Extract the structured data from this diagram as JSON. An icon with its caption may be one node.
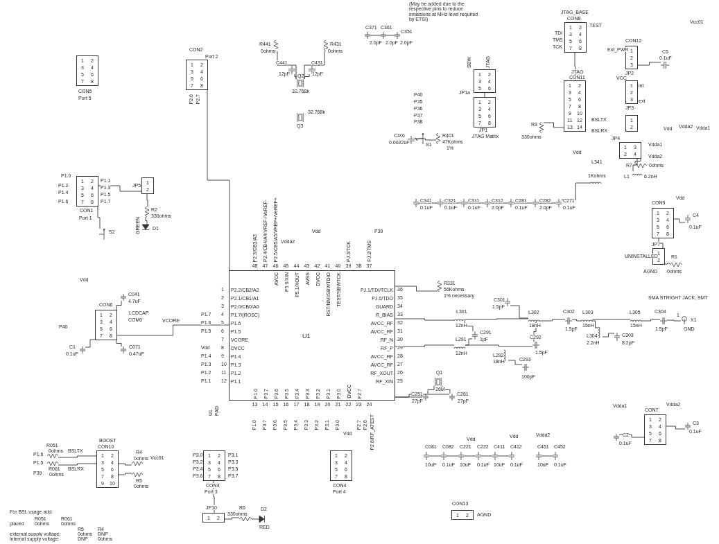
{
  "diagram": {
    "nodes": [
      {
        "text": [
          "1",
          "2",
          "3",
          "4",
          "5",
          "6",
          "7",
          "8"
        ],
        "beside": [
          "CON5",
          "Port 5"
        ]
      },
      {
        "text": [
          "1",
          "2",
          "3",
          "4",
          "5",
          "6",
          "7",
          "8"
        ],
        "beside": [
          "CON2",
          "Port 2"
        ]
      },
      {
        "text": [
          "1",
          "2",
          "3",
          "4",
          "5",
          "6",
          "7",
          "8"
        ],
        "beside": [
          "CON1",
          "Port 1"
        ]
      },
      {
        "text": [
          "1",
          "2"
        ],
        "beside": [
          "JP5"
        ]
      },
      {
        "text": [],
        "shape": "resistor",
        "beside": [
          "R2",
          "330ohms"
        ]
      },
      {
        "text": [],
        "shape": "diode",
        "beside": [
          "GREEN",
          "D1"
        ]
      },
      {
        "text": [],
        "shape": "switch",
        "beside": [
          "S2"
        ]
      },
      {
        "text": [],
        "shape": "resistor",
        "beside": [
          "R441",
          "0ohms"
        ]
      },
      {
        "text": [],
        "shape": "resistor",
        "beside": [
          "R431",
          "0ohms"
        ]
      },
      {
        "text": [],
        "shape": "capacitor",
        "beside": [
          "C441",
          "12pF"
        ]
      },
      {
        "text": [],
        "shape": "capacitor",
        "beside": [
          "C431",
          "12pF"
        ]
      },
      {
        "text": [],
        "shape": "crystal",
        "beside": [
          "Q2",
          "32.768k"
        ]
      },
      {
        "text": [],
        "shape": "crystal",
        "beside": [
          "32.768k",
          "Q3"
        ]
      },
      {
        "text": [],
        "shape": "capacitor",
        "beside": [
          "C371",
          "2.0pF"
        ]
      },
      {
        "text": [],
        "shape": "capacitor",
        "beside": [
          "C361",
          "2.0pF"
        ]
      },
      {
        "text": [],
        "shape": "capacitor",
        "beside": [
          "C351",
          "2.0pF"
        ]
      },
      {
        "text": [
          "1",
          "2",
          "3",
          "4",
          "5",
          "6",
          "7",
          "8"
        ],
        "beside": [
          "JTAG_BASE",
          "CON8"
        ]
      },
      {
        "text": [
          "1",
          "2",
          "3",
          "4",
          "5",
          "6"
        ],
        "beside": [
          "JP1a"
        ]
      },
      {
        "text": [
          "1",
          "2",
          "3",
          "4",
          "5",
          "6",
          "7",
          "8"
        ],
        "beside": [
          "JP1",
          "JTAG Matrix"
        ]
      },
      {
        "text": [
          "1",
          "2",
          "3",
          "4",
          "5",
          "6",
          "7",
          "8",
          "9",
          "10",
          "11",
          "12",
          "13",
          "14"
        ],
        "beside": [
          "JTAG",
          "CON11"
        ]
      },
      {
        "text": [
          "1",
          "2",
          "3"
        ],
        "beside": [
          "CON12",
          "Ext_PWR",
          "JP2"
        ]
      },
      {
        "text": [],
        "shape": "capacitor",
        "beside": [
          "C5",
          "0.1uF"
        ]
      },
      {
        "text": [
          "1",
          "2",
          "3"
        ],
        "beside": [
          "VCC",
          "int",
          "ext",
          "JP3"
        ]
      },
      {
        "text": [
          "1",
          "2"
        ]
      },
      {
        "text": [
          "1",
          "3",
          "2",
          "4"
        ],
        "beside": [
          "JP4",
          "Vdda1",
          "Vdda2"
        ]
      },
      {
        "text": [],
        "shape": "resistor",
        "beside": [
          "R3",
          "330ohms"
        ]
      },
      {
        "text": [],
        "shape": "capacitor",
        "beside": [
          "C401",
          "0.0022uF"
        ]
      },
      {
        "text": [],
        "shape": "switch",
        "beside": [
          "S1"
        ]
      },
      {
        "text": [],
        "shape": "resistor",
        "beside": [
          "R401",
          "47Kohms",
          "1%"
        ]
      },
      {
        "text": [],
        "shape": "inductor",
        "beside": [
          "L341",
          "1Kohms"
        ]
      },
      {
        "text": [],
        "shape": "resistor",
        "beside": [
          "R7",
          "0ohms"
        ]
      },
      {
        "text": [],
        "shape": "inductor",
        "beside": [
          "L1",
          "6.2nH"
        ]
      },
      {
        "text": [],
        "shape": "capacitor",
        "beside": [
          "C341",
          "0.1uF"
        ]
      },
      {
        "text": [],
        "shape": "capacitor",
        "beside": [
          "C321",
          "0.1uF"
        ]
      },
      {
        "text": [],
        "shape": "capacitor",
        "beside": [
          "C311",
          "0.1uF"
        ]
      },
      {
        "text": [],
        "shape": "capacitor",
        "beside": [
          "C312",
          "2.0pF"
        ]
      },
      {
        "text": [],
        "shape": "capacitor",
        "beside": [
          "C281",
          "0.1uF"
        ]
      },
      {
        "text": [],
        "shape": "capacitor",
        "beside": [
          "C282",
          "2.0pF"
        ]
      },
      {
        "text": [],
        "shape": "capacitor",
        "beside": [
          "C271",
          "0.1uF"
        ]
      },
      {
        "text": [
          "1",
          "2",
          "3",
          "4",
          "5",
          "6",
          "7",
          "8"
        ],
        "beside": [
          "CON9",
          "JP7"
        ]
      },
      {
        "text": [],
        "shape": "capacitor",
        "beside": [
          "C4",
          "0.1uF"
        ]
      },
      {
        "text": [
          "1",
          "2"
        ],
        "beside": [
          "UNINSTALLED",
          "AGND"
        ]
      },
      {
        "text": [],
        "shape": "resistor",
        "beside": [
          "R1",
          "0ohms"
        ]
      },
      {
        "text": [
          "U1",
          "P2.2/CB2/A2",
          "P2.1/CB1/A1",
          "P2.0/CB0/A0",
          "P1.7/(ROSC)",
          "P1.6",
          "P1.5",
          "VCORE",
          "DVCC",
          "P1.4",
          "P1.3",
          "P1.2",
          "P1.1",
          "P1.0",
          "P3.7",
          "P3.6",
          "P3.5",
          "P3.4",
          "P3.3",
          "P3.2",
          "P3.1",
          "P3.0",
          "DVCC",
          "P2.7",
          "PJ.1/TDI/TCLK",
          "PJ.0/TDO",
          "GUARD",
          "R_BIAS",
          "AVCC_RF",
          "AVCC_RF",
          "RF_N",
          "RF_P",
          "AVCC_RF",
          "AVCC_RF",
          "RF_XOUT",
          "RF_XIN",
          "AVCC",
          "P5.0/XIN",
          "P5.1/XOUT",
          "AVSS",
          "DVCC",
          "RST/NMI/SBWTDIO",
          "TEST/SBWTCK"
        ],
        "beside": [
          "1",
          "2",
          "3",
          "4",
          "5",
          "6",
          "7",
          "8",
          "9",
          "10",
          "11",
          "12",
          "13",
          "14",
          "15",
          "16",
          "17",
          "18",
          "19",
          "20",
          "21",
          "22",
          "23",
          "24",
          "25",
          "26",
          "27",
          "28",
          "29",
          "30",
          "31",
          "32",
          "33",
          "34",
          "35",
          "36",
          "37",
          "38",
          "39",
          "40",
          "41",
          "42",
          "43",
          "44",
          "45",
          "46",
          "47",
          "48"
        ]
      },
      {
        "text": [],
        "shape": "resistor",
        "beside": [
          "R331",
          "56Kohms",
          "1% necessary"
        ]
      },
      {
        "text": [],
        "shape": "inductor",
        "beside": [
          "L301",
          "12nH"
        ]
      },
      {
        "text": [],
        "shape": "inductor",
        "beside": [
          "L291",
          "12nH"
        ]
      },
      {
        "text": [],
        "shape": "capacitor",
        "beside": [
          "C301",
          "1.5pF"
        ]
      },
      {
        "text": [],
        "shape": "capacitor",
        "beside": [
          "C291",
          "1pF"
        ]
      },
      {
        "text": [],
        "shape": "inductor",
        "beside": [
          "L302",
          "18nH"
        ]
      },
      {
        "text": [],
        "shape": "capacitor",
        "beside": [
          "C292",
          "1.5pF"
        ]
      },
      {
        "text": [],
        "shape": "inductor",
        "beside": [
          "L292",
          "18nH"
        ]
      },
      {
        "text": [],
        "shape": "capacitor",
        "beside": [
          "C293",
          "100pF"
        ]
      },
      {
        "text": [],
        "shape": "capacitor",
        "beside": [
          "C302",
          "1.5pF"
        ]
      },
      {
        "text": [],
        "shape": "inductor",
        "beside": [
          "L303",
          "15nH"
        ]
      },
      {
        "text": [],
        "shape": "inductor",
        "beside": [
          "L304",
          "2.2nH"
        ]
      },
      {
        "text": [],
        "shape": "capacitor",
        "beside": [
          "C303",
          "8.2pF"
        ]
      },
      {
        "text": [],
        "shape": "inductor",
        "beside": [
          "L305",
          "15nH"
        ]
      },
      {
        "text": [],
        "shape": "capacitor",
        "beside": [
          "C304",
          "1.5pF"
        ]
      },
      {
        "text": [],
        "shape": "jack",
        "beside": [
          "1",
          "X1",
          "GND",
          "SMA STRIGHT JACK, SMT"
        ]
      },
      {
        "text": [],
        "shape": "crystal",
        "beside": [
          "Q1",
          "26M"
        ]
      },
      {
        "text": [],
        "shape": "capacitor",
        "beside": [
          "C251",
          "27pF"
        ]
      },
      {
        "text": [],
        "shape": "capacitor",
        "beside": [
          "C261",
          "27pF"
        ]
      },
      {
        "text": [
          "1",
          "2",
          "3",
          "4",
          "5",
          "6",
          "7",
          "8"
        ],
        "beside": [
          "CON6"
        ]
      },
      {
        "text": [],
        "shape": "capacitor",
        "beside": [
          "C041",
          "4.7uF"
        ]
      },
      {
        "text": [],
        "shape": "capacitor",
        "beside": [
          "C1",
          "0.1uF"
        ]
      },
      {
        "text": [],
        "shape": "capacitor",
        "beside": [
          "C071",
          "0.47uF"
        ]
      },
      {
        "text": [
          "1",
          "2",
          "3",
          "4",
          "5",
          "6",
          "7",
          "8",
          "9",
          "10"
        ],
        "beside": [
          "BOOST",
          "CON10"
        ]
      },
      {
        "text": [],
        "shape": "resistor",
        "beside": [
          "R051",
          "0ohms"
        ]
      },
      {
        "text": [],
        "shape": "resistor",
        "beside": [
          "R061",
          "0ohms"
        ]
      },
      {
        "text": [],
        "shape": "resistor",
        "beside": [
          "R4",
          "0ohms"
        ]
      },
      {
        "text": [],
        "shape": "resistor",
        "beside": [
          "R5",
          "0ohms"
        ]
      },
      {
        "text": [
          "1",
          "2",
          "3",
          "4",
          "5",
          "6",
          "7",
          "8"
        ],
        "beside": [
          "CON3",
          "Port 3"
        ]
      },
      {
        "text": [
          "1",
          "2"
        ],
        "beside": [
          "JP10"
        ]
      },
      {
        "text": [],
        "shape": "resistor",
        "beside": [
          "R6",
          "330ohms"
        ]
      },
      {
        "text": [],
        "shape": "diode",
        "beside": [
          "D2",
          "RED"
        ]
      },
      {
        "text": [
          "1",
          "2",
          "3",
          "4",
          "5",
          "6",
          "7",
          "8"
        ],
        "beside": [
          "CON4",
          "Port 4"
        ]
      },
      {
        "text": [],
        "shape": "capacitor",
        "beside": [
          "C081",
          "10uF"
        ]
      },
      {
        "text": [],
        "shape": "capacitor",
        "beside": [
          "C082",
          "0.1uF"
        ]
      },
      {
        "text": [],
        "shape": "capacitor",
        "beside": [
          "C221",
          "10uF"
        ]
      },
      {
        "text": [],
        "shape": "capacitor",
        "beside": [
          "C222",
          "0.1uF"
        ]
      },
      {
        "text": [],
        "shape": "capacitor",
        "beside": [
          "C411",
          "10uF"
        ]
      },
      {
        "text": [],
        "shape": "capacitor",
        "beside": [
          "C412",
          "0.1uF"
        ]
      },
      {
        "text": [],
        "shape": "capacitor",
        "beside": [
          "C451",
          "10uF"
        ]
      },
      {
        "text": [],
        "shape": "capacitor",
        "beside": [
          "C452",
          "0.1uF"
        ]
      },
      {
        "text": [],
        "shape": "capacitor",
        "beside": [
          "C2",
          "0.1uF"
        ]
      },
      {
        "text": [
          "1",
          "2",
          "3",
          "4",
          "5",
          "6",
          "7",
          "8"
        ],
        "beside": [
          "CON7"
        ]
      },
      {
        "text": [],
        "shape": "capacitor",
        "beside": [
          "C3",
          "0.1uF"
        ]
      },
      {
        "text": [
          "1",
          "2"
        ],
        "beside": [
          "CON13",
          "AGND"
        ]
      }
    ],
    "edges": [
      {
        "from": 3,
        "to": 4,
        "arrow": "none"
      },
      {
        "from": 4,
        "to": 5,
        "arrow": "none"
      },
      {
        "from": 2,
        "to": 6,
        "arrow": "none"
      },
      {
        "from": 7,
        "to": 11,
        "arrow": "none"
      },
      {
        "from": 11,
        "to": 8,
        "arrow": "none"
      },
      {
        "from": 9,
        "to": 11,
        "arrow": "none"
      },
      {
        "from": 11,
        "to": 10,
        "arrow": "none"
      },
      {
        "from": 13,
        "to": 14,
        "arrow": "none"
      },
      {
        "from": 14,
        "to": 15,
        "arrow": "none"
      },
      {
        "from": 26,
        "to": 27,
        "arrow": "none"
      },
      {
        "from": 28,
        "to": 26,
        "arrow": "none"
      },
      {
        "from": 20,
        "to": 21,
        "arrow": "none"
      },
      {
        "from": 24,
        "to": 30,
        "arrow": "none"
      },
      {
        "from": 24,
        "to": 31,
        "arrow": "none"
      },
      {
        "from": 32,
        "to": 33,
        "arrow": "none"
      },
      {
        "from": 33,
        "to": 34,
        "arrow": "none"
      },
      {
        "from": 34,
        "to": 35,
        "arrow": "none"
      },
      {
        "from": 35,
        "to": 36,
        "arrow": "none"
      },
      {
        "from": 36,
        "to": 37,
        "arrow": "none"
      },
      {
        "from": 37,
        "to": 38,
        "arrow": "none"
      },
      {
        "from": 38,
        "to": 29,
        "arrow": "none"
      },
      {
        "from": 39,
        "to": 40,
        "arrow": "none"
      },
      {
        "from": 39,
        "to": 41,
        "arrow": "none"
      },
      {
        "from": 41,
        "to": 42,
        "arrow": "none"
      },
      {
        "from": 43,
        "to": 44,
        "arrow": "none"
      },
      {
        "from": 43,
        "to": 45,
        "arrow": "none"
      },
      {
        "from": 43,
        "to": 46,
        "arrow": "none"
      },
      {
        "from": 45,
        "to": 48,
        "arrow": "none"
      },
      {
        "from": 48,
        "to": 46,
        "arrow": "none"
      },
      {
        "from": 45,
        "to": 49,
        "arrow": "none"
      },
      {
        "from": 47,
        "to": 49,
        "arrow": "none"
      },
      {
        "from": 49,
        "to": 53,
        "arrow": "none"
      },
      {
        "from": 46,
        "to": 50,
        "arrow": "none"
      },
      {
        "from": 50,
        "to": 49,
        "arrow": "none"
      },
      {
        "from": 51,
        "to": 52,
        "arrow": "none"
      },
      {
        "from": 53,
        "to": 54,
        "arrow": "none"
      },
      {
        "from": 54,
        "to": 55,
        "arrow": "none"
      },
      {
        "from": 55,
        "to": 56,
        "arrow": "none"
      },
      {
        "from": 54,
        "to": 57,
        "arrow": "none"
      },
      {
        "from": 57,
        "to": 58,
        "arrow": "none"
      },
      {
        "from": 58,
        "to": 59,
        "arrow": "none"
      },
      {
        "from": 43,
        "to": 61,
        "arrow": "none"
      },
      {
        "from": 61,
        "to": 60,
        "arrow": "none"
      },
      {
        "from": 60,
        "to": 62,
        "arrow": "none"
      },
      {
        "from": 43,
        "to": 62,
        "arrow": "none"
      },
      {
        "from": 63,
        "to": 64,
        "arrow": "none"
      },
      {
        "from": 63,
        "to": 65,
        "arrow": "none"
      },
      {
        "from": 63,
        "to": 66,
        "arrow": "none"
      },
      {
        "from": 63,
        "to": 43,
        "arrow": "none"
      },
      {
        "from": 68,
        "to": 67,
        "arrow": "none"
      },
      {
        "from": 69,
        "to": 67,
        "arrow": "none"
      },
      {
        "from": 67,
        "to": 70,
        "arrow": "none"
      },
      {
        "from": 67,
        "to": 71,
        "arrow": "none"
      },
      {
        "from": 72,
        "to": 73,
        "arrow": "none"
      },
      {
        "from": 73,
        "to": 74,
        "arrow": "none"
      },
      {
        "from": 74,
        "to": 75,
        "arrow": "none"
      },
      {
        "from": 77,
        "to": 78,
        "arrow": "none"
      },
      {
        "from": 78,
        "to": 79,
        "arrow": "none"
      },
      {
        "from": 79,
        "to": 80,
        "arrow": "none"
      },
      {
        "from": 80,
        "to": 81,
        "arrow": "none"
      },
      {
        "from": 81,
        "to": 82,
        "arrow": "none"
      },
      {
        "from": 83,
        "to": 84,
        "arrow": "none"
      },
      {
        "from": 85,
        "to": 86,
        "arrow": "none"
      },
      {
        "from": 86,
        "to": 87,
        "arrow": "none"
      },
      {
        "from": 16,
        "to": 19,
        "arrow": "none"
      },
      {
        "from": 19,
        "to": 25,
        "arrow": "none"
      },
      {
        "from": 18,
        "to": 17,
        "arrow": "none"
      },
      {
        "from": 1,
        "to": 43,
        "arrow": "none"
      },
      {
        "from": 2,
        "to": 3,
        "arrow": "none"
      }
    ],
    "labels": [
      "(May be added due to the respective pins to reduce emissions at MHz level required by ETSI)",
      "SBW",
      "JTAG",
      "TEST",
      "TDI",
      "TMS",
      "TCK",
      "Vcc01",
      "P2.6",
      "P2.7",
      "P40",
      "P35",
      "P36",
      "P37",
      "P38",
      "BSLTX",
      "BSLRX",
      "Vdd",
      "Vdda2",
      "Vdda1",
      "Vdd",
      "P1.0",
      "P1.1",
      "P1.2",
      "P1.3",
      "P1.4",
      "P1.5",
      "P1.6",
      "P1.7",
      "Vdd",
      "Vdd",
      "Vdda2",
      "P39",
      "P2.3/CB3/A3",
      "P2.4/CB4/A4/VREF-/VeREF-",
      "P2.5/CB5/A5/VREF+/VeREF+",
      "PJ.3/TCK",
      "PJ.2/TMS",
      "Vdd",
      "LCDCAP",
      "COM0",
      "P40",
      "VCORE",
      "P1.7",
      "P1.6",
      "P1.5",
      "Vdd",
      "P1.4",
      "P1.3",
      "P1.2",
      "P1.1",
      "U1",
      "PAD",
      "P1.0",
      "P3.7",
      "P3.6",
      "P3.5",
      "P3.4",
      "P3.3",
      "P3.2",
      "P3.1",
      "P3.0",
      "Vdd",
      "P2.7",
      "P2.6",
      "P2.6/RF_ATEST",
      "P1.6",
      "P1.5",
      "P39",
      "BSLTX",
      "BSLRX",
      "Vcc01",
      "P3.0",
      "P3.1",
      "P3.2",
      "P3.3",
      "P3.4",
      "P3.5",
      "P3.6",
      "P3.7",
      "Vdd",
      "Vdd",
      "Vdda2",
      "Vdda1",
      "Vdda2",
      "For BSL usage add:",
      "placed",
      "R051",
      "0ohms",
      "R061",
      "0ohms",
      "R5",
      "R4",
      "external supply voltage:",
      "0ohms",
      "DNP",
      "internal supply voltage:",
      "DNP",
      "0ohms"
    ]
  }
}
